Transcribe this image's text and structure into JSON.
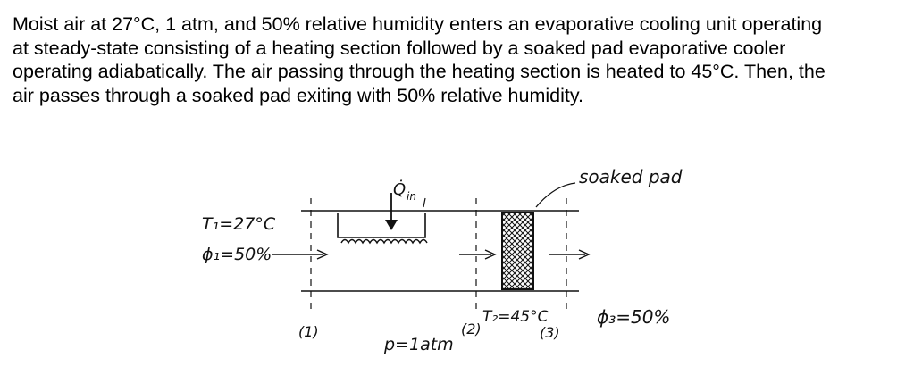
{
  "problem": {
    "lines": [
      "Moist air at 27°C, 1 atm, and 50% relative humidity enters an evaporative cooling unit operating",
      "at steady-state consisting of a heating section followed by a soaked pad evaporative cooler",
      "operating adiabatically. The air passing through the heating section is heated to 45°C. Then, the",
      "air passes through a soaked pad exiting with 50% relative humidity."
    ]
  },
  "diagram": {
    "labels": {
      "heat_in": "Q̇",
      "heat_in_sub": "in",
      "soaked_pad": "soaked pad",
      "t1": "T₁=27°C",
      "phi1": "ϕ₁=50%",
      "t2": "T₂=45°C",
      "phi3": "ϕ₃=50%",
      "state1": "(1)",
      "state2": "(2)",
      "state3": "(3)",
      "pressure": "p=1atm"
    }
  }
}
